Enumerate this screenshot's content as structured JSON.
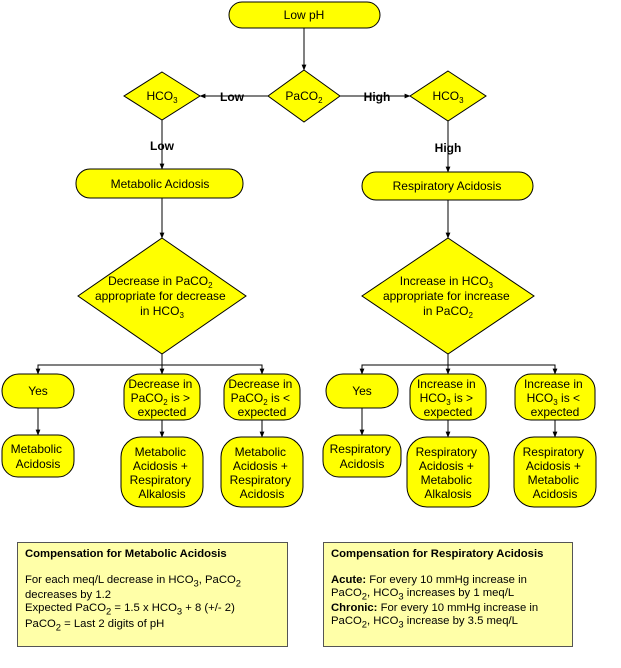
{
  "nodes": {
    "low_ph": "Low pH",
    "paco2": "PaCO",
    "paco2_sub": "2",
    "hco3_left": "HCO",
    "hco3_left_sub": "3",
    "hco3_right": "HCO",
    "hco3_right_sub": "3",
    "metabolic_acidosis": "Metabolic Acidosis",
    "respiratory_acidosis": "Respiratory Acidosis",
    "decision_left": {
      "l1a": "Decrease in PaCO",
      "l1sub": "2",
      "l2": "appropriate for decrease",
      "l3a": "in HCO",
      "l3sub": "3"
    },
    "decision_right": {
      "l1a": "Increase in HCO",
      "l1sub": "3",
      "l2": "appropriate for increase",
      "l3a": "in PaCO",
      "l3sub": "2"
    },
    "yes_left": "Yes",
    "yes_right": "Yes",
    "dec_gt": {
      "l1": "Decrease in",
      "l2a": "PaCO",
      "l2sub": "2",
      "l2b": " is >",
      "l3": "expected"
    },
    "dec_lt": {
      "l1": "Decrease in",
      "l2a": "PaCO",
      "l2sub": "2",
      "l2b": " is <",
      "l3": "expected"
    },
    "inc_gt": {
      "l1": "Increase in",
      "l2a": "HCO",
      "l2sub": "3",
      "l2b": " is >",
      "l3": "expected"
    },
    "inc_lt": {
      "l1": "Increase in",
      "l2a": "HCO",
      "l2sub": "3",
      "l2b": " is <",
      "l3": "expected"
    },
    "out_met_acid": {
      "l1": "Metabolic",
      "l2": "Acidosis"
    },
    "out_met_resp_alk": {
      "l1": "Metabolic",
      "l2": "Acidosis +",
      "l3": "Respiratory",
      "l4": "Alkalosis"
    },
    "out_met_resp_acid": {
      "l1": "Metabolic",
      "l2": "Acidosis +",
      "l3": "Respiratory",
      "l4": "Acidosis"
    },
    "out_resp_acid": {
      "l1": "Respiratory",
      "l2": "Acidosis"
    },
    "out_resp_met_alk": {
      "l1": "Respiratory",
      "l2": "Acidosis +",
      "l3": "Metabolic",
      "l4": "Alkalosis"
    },
    "out_resp_met_acid": {
      "l1": "Respiratory",
      "l2": "Acidosis +",
      "l3": "Metabolic",
      "l4": "Acidosis"
    }
  },
  "edge_labels": {
    "low_left": "Low",
    "high_right": "High",
    "low_down": "Low",
    "high_down": "High"
  },
  "panels": {
    "metabolic": {
      "title": "Compensation for Metabolic Acidosis",
      "l1a": "For each meq/L decrease in HCO",
      "l1sub": "3",
      "l1b": ", PaCO",
      "l1sub2": "2",
      "l2": "decreases by 1.2",
      "l3a": "Expected PaCO",
      "l3sub": "2",
      "l3b": " = 1.5 x HCO",
      "l3sub2": "3",
      "l3c": " + 8 (+/- 2)",
      "l4a": "PaCO",
      "l4sub": "2",
      "l4b": " = Last 2 digits of pH"
    },
    "respiratory": {
      "title": "Compensation for Respiratory Acidosis",
      "acute_label": "Acute:",
      "acute_l1": " For every 10 mmHg increase in",
      "acute_l2a": "PaCO",
      "acute_l2sub": "2",
      "acute_l2b": ", HCO",
      "acute_l2sub2": "3",
      "acute_l2c": " increases by 1 meq/L",
      "chronic_label": "Chronic:",
      "chronic_l1": " For every 10 mmHg increase in",
      "chronic_l2a": "PaCO",
      "chronic_l2sub": "2",
      "chronic_l2b": ", HCO",
      "chronic_l2sub2": "3",
      "chronic_l2c": " increase by 3.5 meq/L"
    }
  }
}
